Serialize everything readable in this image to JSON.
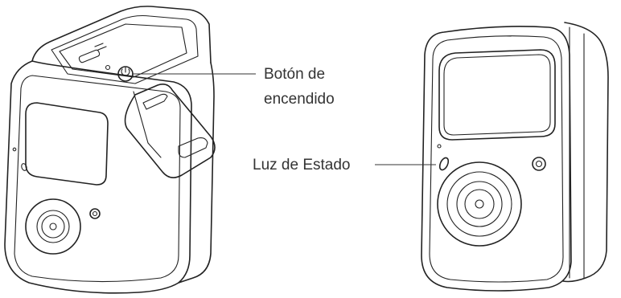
{
  "labels": {
    "power_button": [
      "Botón de",
      "encendido"
    ],
    "status_light": "Luz de Estado"
  },
  "colors": {
    "line": "#222222",
    "text": "#333333",
    "background": "#ffffff"
  }
}
